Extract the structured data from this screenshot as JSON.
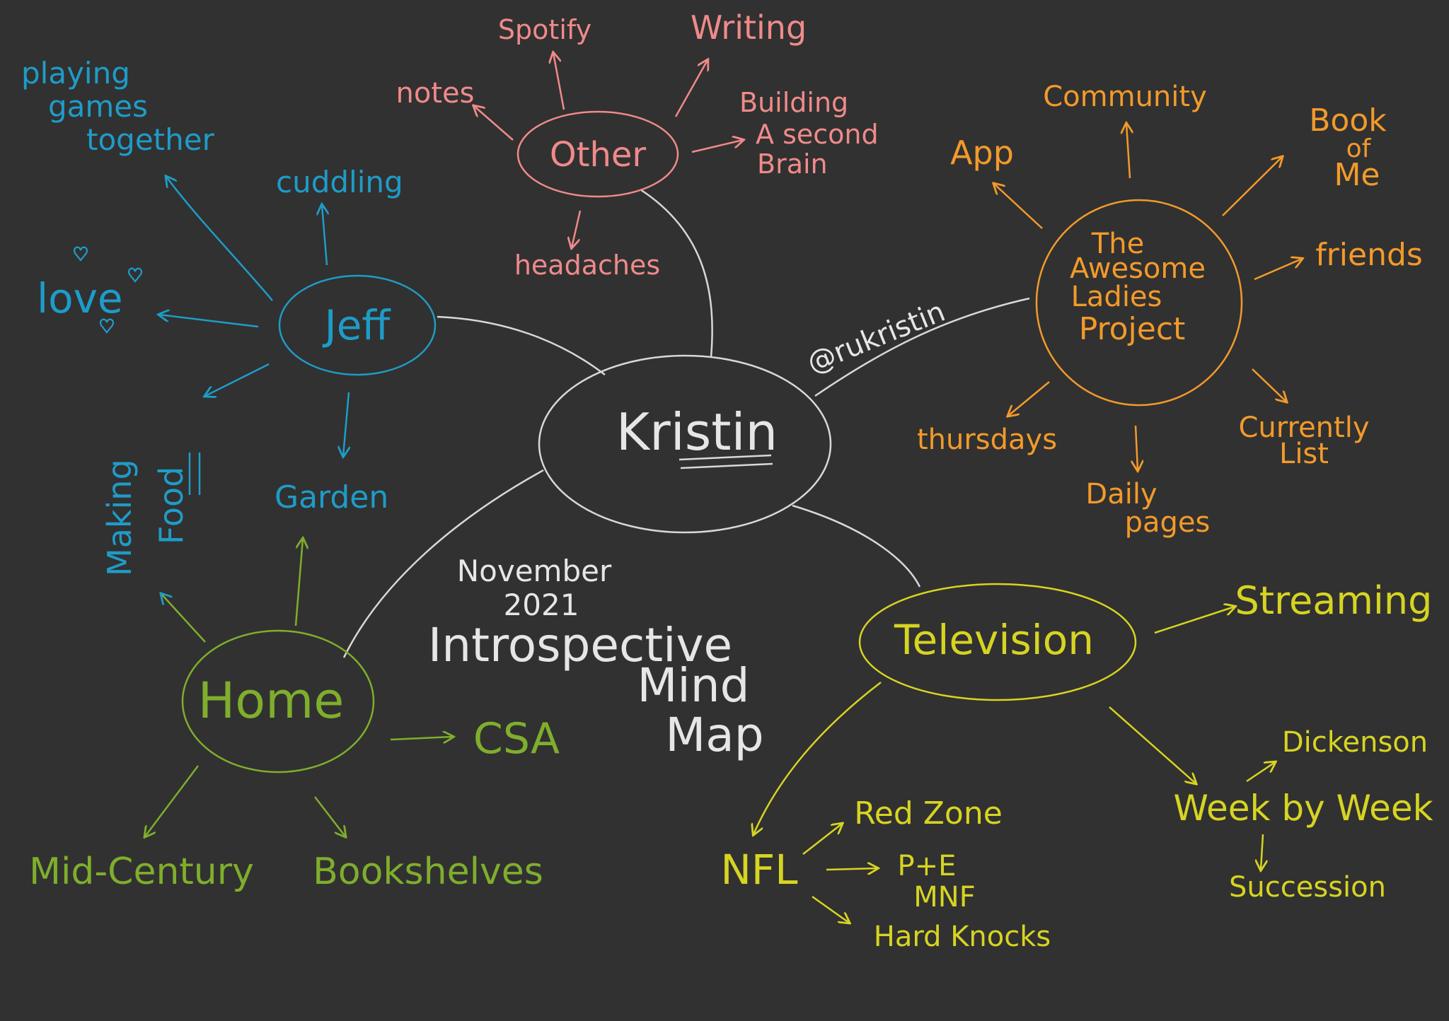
{
  "colors": {
    "background": "#313131",
    "central": "#e6e6e6",
    "other": "#f08a8a",
    "jeff": "#1e9cc8",
    "project": "#f39a2a",
    "home": "#7fae2c",
    "television": "#d7d422"
  },
  "center": {
    "label": "Kristin"
  },
  "handle": "@rukristin",
  "caption": {
    "line1": "November",
    "line2": "2021",
    "line3": "Introspective",
    "line4": "Mind",
    "line5": "Map"
  },
  "other": {
    "label": "Other",
    "items": [
      "Spotify",
      "Writing",
      "notes",
      "Building",
      "A second",
      "Brain",
      "headaches"
    ]
  },
  "jeff": {
    "label": "Jeff",
    "items": [
      "playing",
      "games",
      "together",
      "cuddling",
      "love",
      "Making",
      "Food",
      "Garden"
    ]
  },
  "project": {
    "label_lines": [
      "The",
      "Awesome",
      "Ladies",
      "Project"
    ],
    "items": [
      "Community",
      "App",
      "Book",
      "of",
      "Me",
      "friends",
      "thursdays",
      "Daily",
      "pages",
      "Currently",
      "List"
    ]
  },
  "home": {
    "label": "Home",
    "items": [
      "CSA",
      "Mid-Century",
      "Bookshelves"
    ]
  },
  "television": {
    "label": "Television",
    "items": [
      "Streaming",
      "NFL",
      "Red Zone",
      "P+E",
      "MNF",
      "Hard Knocks",
      "Week by Week",
      "Dickenson",
      "Succession"
    ]
  }
}
